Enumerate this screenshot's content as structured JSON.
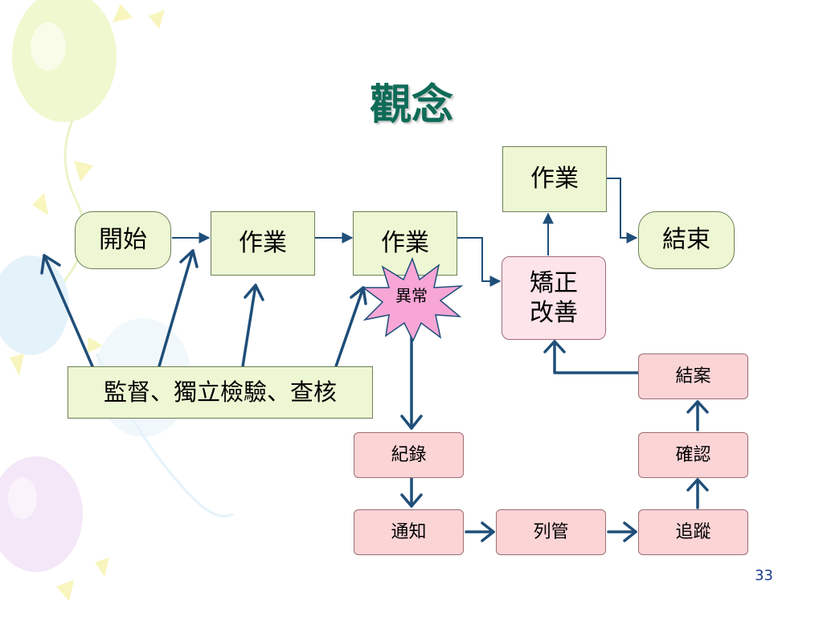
{
  "title": "觀念",
  "nodes": {
    "start": "開始",
    "op1": "作業",
    "op2": "作業",
    "op3": "作業",
    "end": "結束",
    "anomaly": "異常",
    "correct_line1": "矯正",
    "correct_line2": "改善",
    "supervise": "監督、獨立檢驗、查核",
    "record": "紀錄",
    "notify": "通知",
    "track_list": "列管",
    "follow": "追蹤",
    "confirm": "確認",
    "close": "結案"
  },
  "page_number": "33",
  "colors": {
    "title": "#0e6b57",
    "connector": "#1f4e79",
    "box_green": "#eef7d3",
    "box_pink": "#fbd4d6",
    "burst": "#f7a6d6",
    "page_number": "#1a3d8f"
  }
}
